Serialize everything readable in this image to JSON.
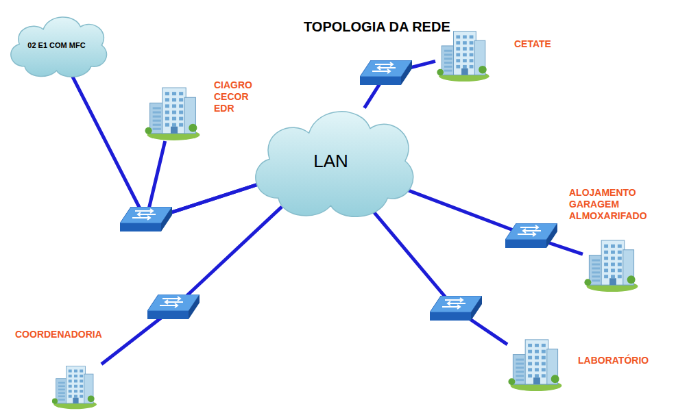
{
  "diagram": {
    "title": "TOPOLOGIA DA REDE",
    "nodes": [
      {
        "text": [
          "02 E1 COM MFC"
        ]
      },
      {
        "text": [
          "CIAGRO CECOR EDR"
        ]
      },
      {
        "text": [
          "CETATE"
        ]
      },
      {
        "text": [
          "LAN"
        ]
      },
      {
        "text": [
          "ALOJAMENTO GARAGEM ALMOXARIFADO"
        ]
      },
      {
        "text": [
          "COORDENADORIA"
        ]
      },
      {
        "text": [
          "LABORATÓRIO"
        ]
      }
    ],
    "edges": [
      {
        "from": 0,
        "to": 3,
        "arrow": "none"
      },
      {
        "from": 1,
        "to": 3,
        "arrow": "none"
      },
      {
        "from": 2,
        "to": 3,
        "arrow": "none"
      },
      {
        "from": 4,
        "to": 3,
        "arrow": "none"
      },
      {
        "from": 5,
        "to": 3,
        "arrow": "none"
      },
      {
        "from": 6,
        "to": 3,
        "arrow": "none"
      }
    ]
  }
}
